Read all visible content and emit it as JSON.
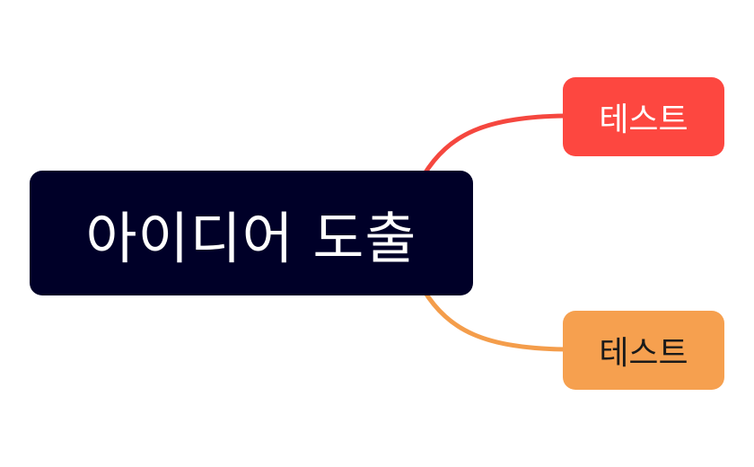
{
  "mindmap": {
    "root": {
      "label": "아이디어 도출",
      "color": "#000028"
    },
    "children": [
      {
        "label": "테스트",
        "color": "#fd4740",
        "edge_color": "#f5473f"
      },
      {
        "label": "테스트",
        "color": "#f6a04f",
        "edge_color": "#f49d4b"
      }
    ]
  }
}
